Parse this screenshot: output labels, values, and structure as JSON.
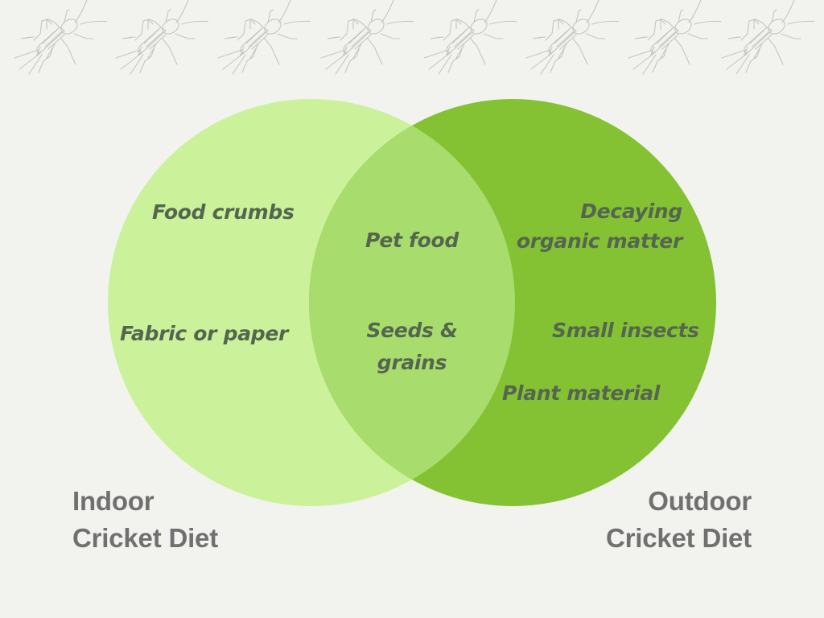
{
  "header": {
    "decoration_icon": "cricket-line-drawing-icon",
    "cricket_count": 8
  },
  "colors": {
    "background": "#f2f3ef",
    "indoor_circle": "#cbf29b",
    "outdoor_circle": "#84c234",
    "overlap": "#a8dc6c",
    "item_text": "#556650",
    "label_text": "#707070"
  },
  "venn": {
    "indoor_only": [
      "Food crumbs",
      "Fabric or paper"
    ],
    "shared": [
      "Pet food",
      "Seeds &",
      "grains"
    ],
    "outdoor_only": [
      "Decaying",
      "organic matter",
      "Small insects",
      "Plant material"
    ]
  },
  "labels": {
    "indoor_line1": "Indoor",
    "indoor_line2": "Cricket Diet",
    "outdoor_line1": "Outdoor",
    "outdoor_line2": "Cricket Diet"
  }
}
